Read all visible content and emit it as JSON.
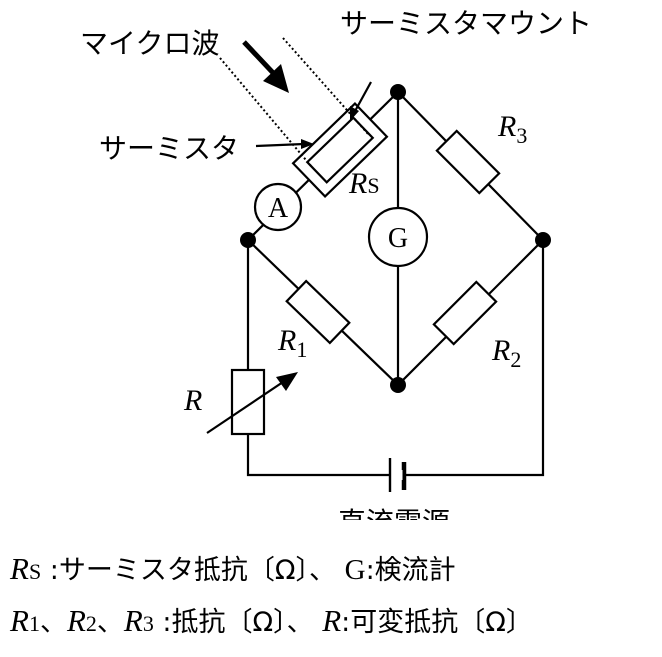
{
  "diagram": {
    "microwave_label": "マイクロ波",
    "mount_label": "サーミスタマウント",
    "thermistor_label": "サーミスタ",
    "rs_symbol": "R",
    "rs_sub": "S",
    "r1_symbol": "R",
    "r1_sub": "1",
    "r2_symbol": "R",
    "r2_sub": "2",
    "r3_symbol": "R",
    "r3_sub": "3",
    "r_symbol": "R",
    "ammeter_label": "A",
    "galvanometer_label": "G",
    "source_label": "直流電源"
  },
  "legend": {
    "line1": {
      "rs_symbol": "R",
      "rs_sub": "S",
      "rs_desc": ":サーミスタ抵抗〔Ω〕、",
      "g_symbol": "G",
      "g_desc": ":検流計"
    },
    "line2": {
      "r1_symbol": "R",
      "r1_sub": "1",
      "sep1": "、",
      "r2_symbol": "R",
      "r2_sub": "2",
      "sep2": "、",
      "r3_symbol": "R",
      "r3_sub": "3",
      "r123_desc": ":抵抗〔Ω〕、",
      "r_symbol": "R",
      "r_desc": ":可変抵抗〔Ω〕"
    }
  }
}
